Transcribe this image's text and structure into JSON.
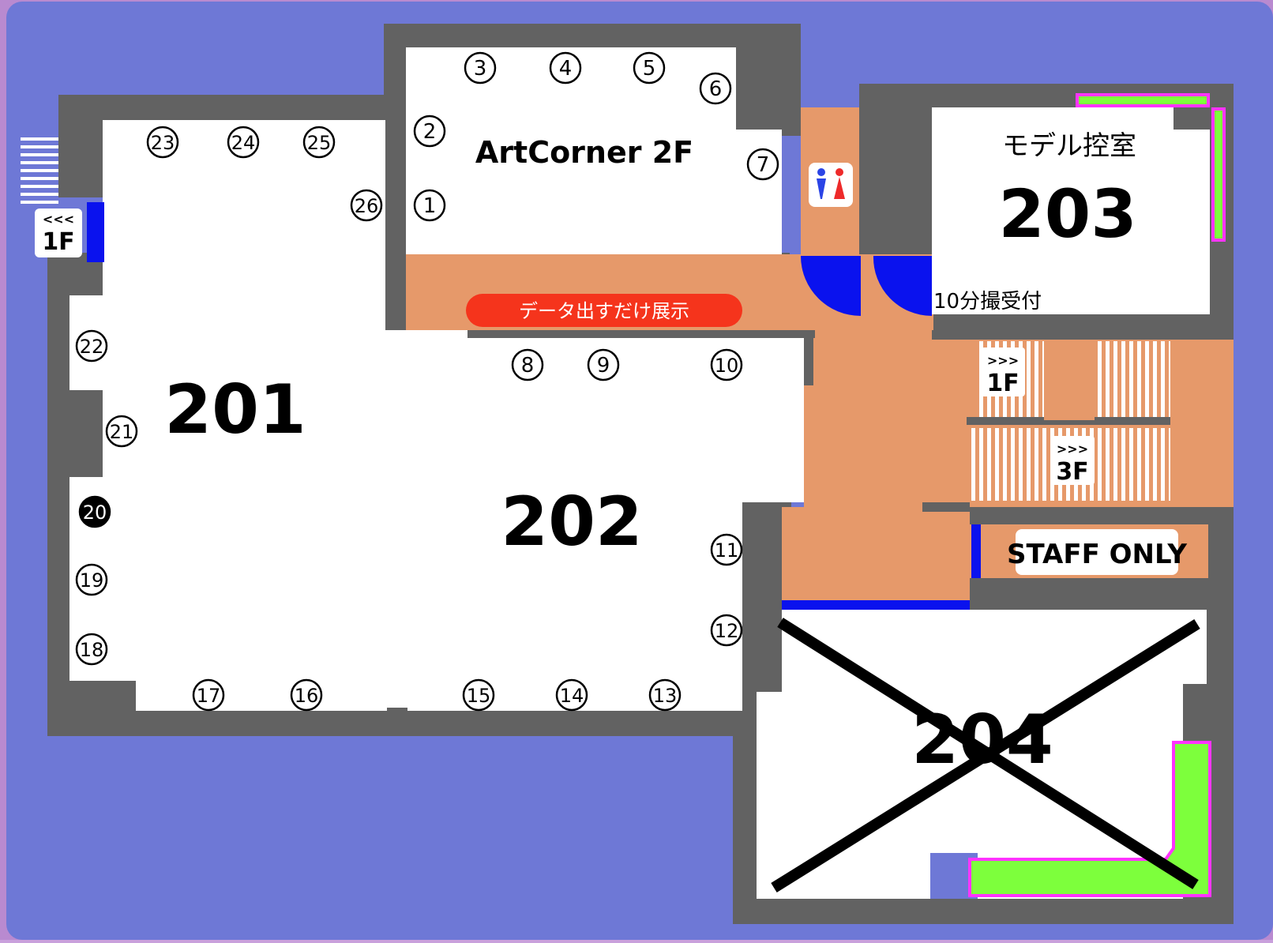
{
  "colors": {
    "background": "#6e78d6",
    "wall": "#626262",
    "room": "#ffffff",
    "corridor": "#e6996a",
    "door": "#0a12ee",
    "stair_stripe": "#ffffff",
    "banner": "#f5341c",
    "highlight_fill": "#7dff3c",
    "highlight_border": "#ff33ff",
    "text": "#000000"
  },
  "rooms": {
    "room_201": "201",
    "room_202": "202",
    "room_203": "203",
    "room_204": "204",
    "art_corner": "ArtCorner 2F",
    "model_room_label": "モデル控室",
    "reception_label": "10分撮受付",
    "room_204_closed": true
  },
  "banner": {
    "label": "データ出すだけ展示"
  },
  "signs": {
    "exit_1f_left": {
      "arrows": "<<<",
      "floor": "1F"
    },
    "stairs_down_1f": {
      "arrows": ">>>",
      "floor": "1F"
    },
    "stairs_up_3f": {
      "arrows": ">>>",
      "floor": "3F"
    },
    "staff_only": "STAFF ONLY",
    "restroom_icon": "restroom-icon"
  },
  "booths": [
    {
      "number": "1",
      "highlighted": false
    },
    {
      "number": "2",
      "highlighted": false
    },
    {
      "number": "3",
      "highlighted": false
    },
    {
      "number": "4",
      "highlighted": false
    },
    {
      "number": "5",
      "highlighted": false
    },
    {
      "number": "6",
      "highlighted": false
    },
    {
      "number": "7",
      "highlighted": false
    },
    {
      "number": "8",
      "highlighted": false
    },
    {
      "number": "9",
      "highlighted": false
    },
    {
      "number": "10",
      "highlighted": false
    },
    {
      "number": "11",
      "highlighted": false
    },
    {
      "number": "12",
      "highlighted": false
    },
    {
      "number": "13",
      "highlighted": false
    },
    {
      "number": "14",
      "highlighted": false
    },
    {
      "number": "15",
      "highlighted": false
    },
    {
      "number": "16",
      "highlighted": false
    },
    {
      "number": "17",
      "highlighted": false
    },
    {
      "number": "18",
      "highlighted": false
    },
    {
      "number": "19",
      "highlighted": false
    },
    {
      "number": "20",
      "highlighted": true
    },
    {
      "number": "21",
      "highlighted": false
    },
    {
      "number": "22",
      "highlighted": false
    },
    {
      "number": "23",
      "highlighted": false
    },
    {
      "number": "24",
      "highlighted": false
    },
    {
      "number": "25",
      "highlighted": false
    },
    {
      "number": "26",
      "highlighted": false
    }
  ]
}
